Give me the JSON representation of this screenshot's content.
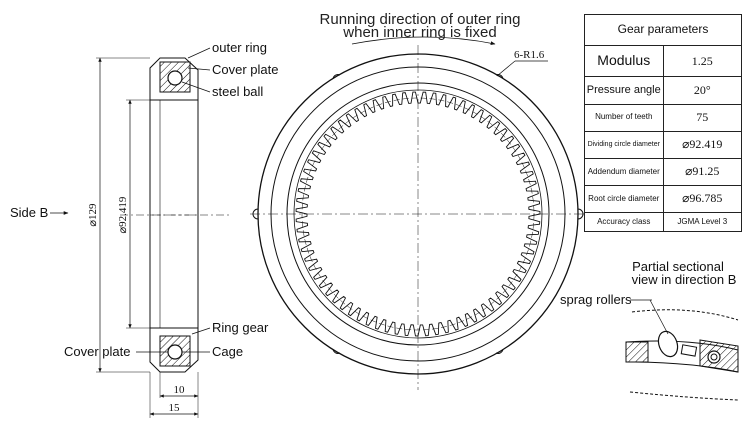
{
  "title": {
    "line1": "Running direction of outer ring",
    "line2": "when inner ring is fixed"
  },
  "callout_r16": "6-R1.6",
  "left_labels": {
    "outer_ring": "outer ring",
    "cover_plate_top": "Cover plate",
    "steel_ball": "steel ball",
    "ring_gear": "Ring gear",
    "cover_plate_bottom": "Cover plate",
    "cage": "Cage",
    "side_b": "Side B"
  },
  "dimensions": {
    "outer_dia": "⌀129",
    "dividing_dia": "⌀92.419",
    "width_10": "10",
    "width_15": "15"
  },
  "gear_table": {
    "header": "Gear parameters",
    "rows": [
      {
        "key": "Modulus",
        "value": "1.25"
      },
      {
        "key": "Pressure angle",
        "value": "20°"
      },
      {
        "key": "Number of teeth",
        "value": "75"
      },
      {
        "key": "Dividing circle diameter",
        "value": "⌀92.419"
      },
      {
        "key": "Addendum diameter",
        "value": "⌀91.25"
      },
      {
        "key": "Root circle diameter",
        "value": "⌀96.785"
      },
      {
        "key": "Accuracy class",
        "value": "JGMA Level 3"
      }
    ]
  },
  "detail": {
    "title_line1": "Partial sectional",
    "title_line2": "view in direction B",
    "sprag_label": "sprag rollers"
  },
  "colors": {
    "line": "#111111",
    "background": "#ffffff"
  }
}
